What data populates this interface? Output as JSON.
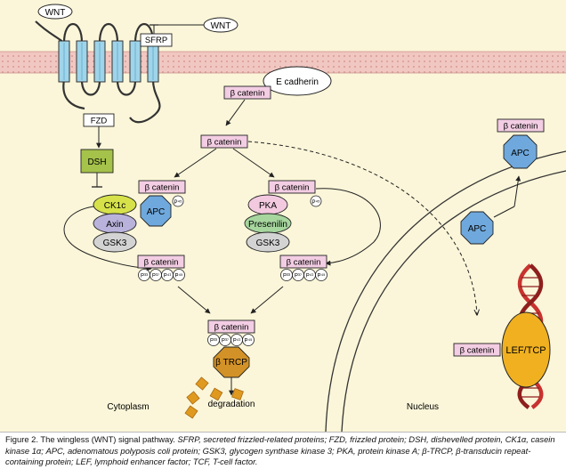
{
  "diagram": {
    "ligands": {
      "wnt_left": "WNT",
      "wnt_right": "WNT"
    },
    "receptor_labels": {
      "sfrp": "SFRP",
      "fzd": "FZD",
      "dsh": "DSH"
    },
    "membrane_protein": "E cadherin",
    "beta_catenin": "β catenin",
    "complex_left": {
      "ck1": "CK1c",
      "axin": "Axin",
      "gsk3": "GSK3",
      "apc": "APC",
      "p": "P⁴⁵"
    },
    "complex_right": {
      "pka": "PKA",
      "presenilin": "Presenilin",
      "gsk3": "GSK3",
      "p": "P⁴⁵"
    },
    "phospho_left": [
      "P³³",
      "P³⁷",
      "P⁴¹",
      "P⁴⁵"
    ],
    "phospho_right": [
      "P³³",
      "P³⁷",
      "P⁴¹",
      "P⁴⁵"
    ],
    "phospho_bottom": [
      "P³³",
      "P³⁷",
      "P⁴¹",
      "P⁴⁵"
    ],
    "btrcp": "β TRCP",
    "degradation": "degradation",
    "cytoplasm": "Cytoplasm",
    "nucleus": "Nucleus",
    "apc": "APC",
    "lef_tcf": "LEF/TCP"
  },
  "caption": {
    "lead": "Figure 2. The wingless (WNT) signal pathway.",
    "body": "SFRP, secreted frizzled-related proteins; FZD, frizzled protein; DSH, dishevelled protein, CK1α, casein kinase 1α; APC, adenomatous polyposis coli protein; GSK3, glycogen synthase kinase 3; PKA, protein kinase A; β-TRCP, β-transducin repeat-containing protein; LEF, lymphoid enhancer factor; TCF, T-cell factor."
  },
  "colors": {
    "background": "#fbf6d9",
    "membrane": "#f1c7c2",
    "beta_catenin_box": "#f3cde3",
    "apc": "#6fa8dc",
    "ck1": "#d7e24a",
    "axin": "#b9b3dc",
    "gsk3": "#d3d3d3",
    "pka": "#f3c9e0",
    "presenilin": "#a6d69e",
    "dsh": "#a5c24a",
    "btrcp": "#d39227",
    "receptor": "#9fd4ea",
    "dna_red": "#c8322f"
  }
}
